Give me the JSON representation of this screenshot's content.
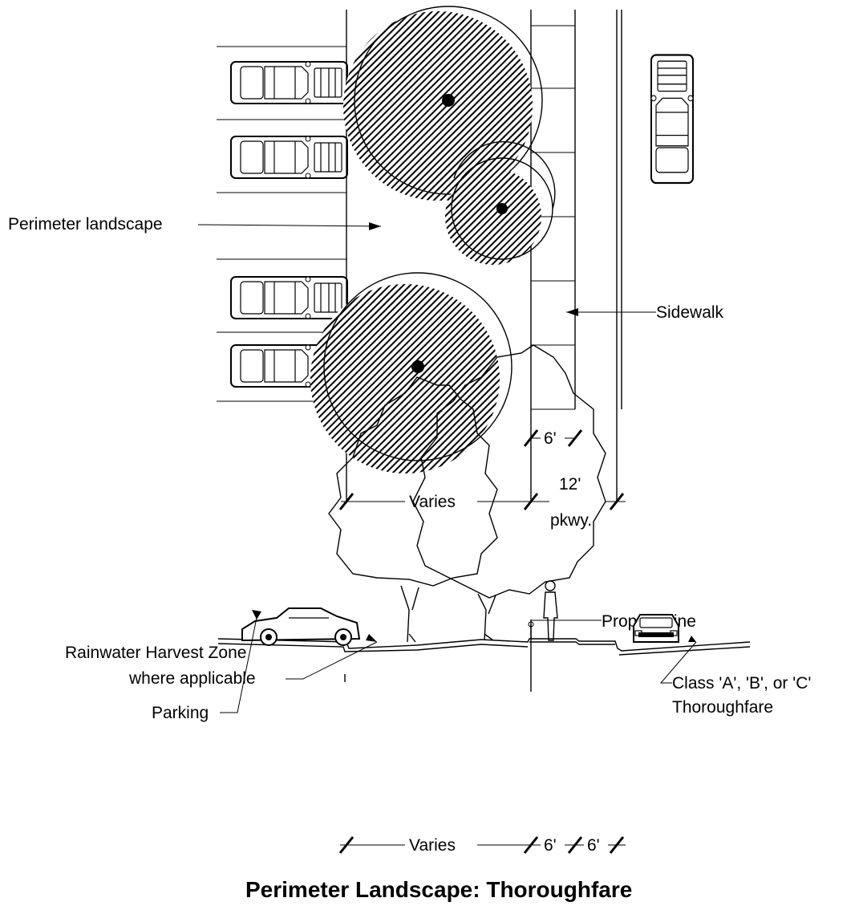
{
  "plan": {
    "labels": {
      "perimeter_landscape": "Perimeter landscape",
      "sidewalk": "Sidewalk",
      "sidewalk_width": "6'",
      "varies": "Varies",
      "pkwy_width": "12'",
      "pkwy": "pkwy."
    }
  },
  "section": {
    "labels": {
      "property_line": "Property line",
      "rainwater_line1": "Rainwater Harvest Zone",
      "rainwater_line2": "where applicable",
      "parking": "Parking",
      "class_line1": "Class 'A', 'B', or 'C'",
      "class_line2": "Thoroughfare",
      "varies": "Varies",
      "dim_a": "6'",
      "dim_b": "6'"
    }
  },
  "title": "Perimeter Landscape: Thoroughfare"
}
